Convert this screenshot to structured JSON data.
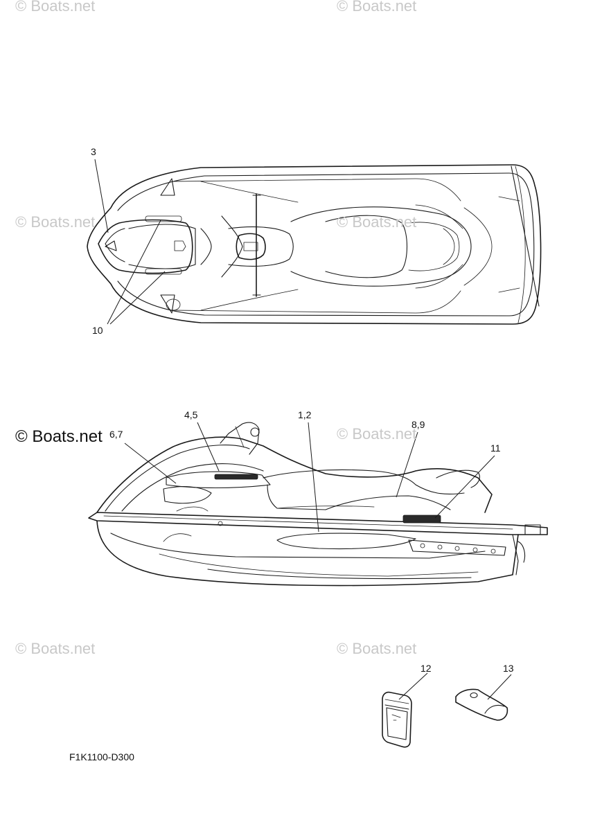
{
  "watermarks": [
    {
      "text": "© Boats.net",
      "variant": "light"
    },
    {
      "text": "© Boats.net",
      "variant": "light"
    },
    {
      "text": "© Boats.net",
      "variant": "light"
    },
    {
      "text": "© Boats.net",
      "variant": "light"
    },
    {
      "text": "© Boats.net",
      "variant": "dark"
    },
    {
      "text": "© Boats.net",
      "variant": "light"
    },
    {
      "text": "© Boats.net",
      "variant": "light"
    },
    {
      "text": "© Boats.net",
      "variant": "light"
    }
  ],
  "callouts": {
    "c3": "3",
    "c10": "10",
    "c45": "4,5",
    "c12b": "1,2",
    "c67": "6,7",
    "c89": "8,9",
    "c11": "11",
    "c12": "12",
    "c13": "13"
  },
  "diagram_code": "F1K1100-D300",
  "colors": {
    "line": "#1a1a1a",
    "watermark": "#c8c8c8"
  }
}
